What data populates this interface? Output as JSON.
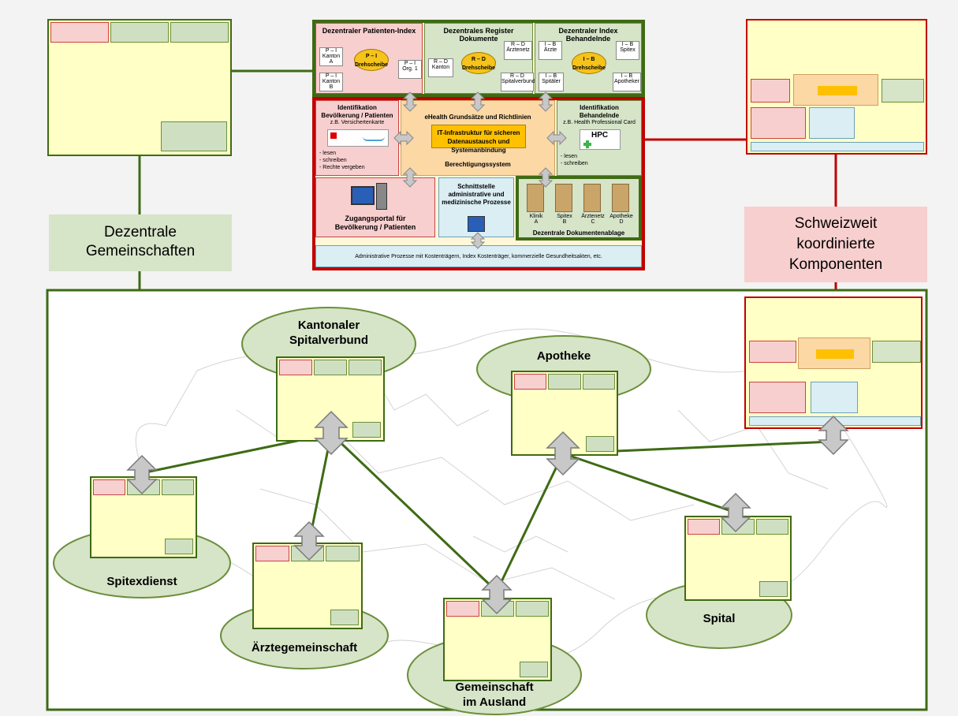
{
  "top_center": {
    "pi": {
      "title": "Dezentraler Patienten-Index",
      "hub": "P – I\nDrehscheibe",
      "n1": "P – I\nKanton A",
      "n2": "P – I\nKanton B",
      "n3": "P – I\nOrg. 1"
    },
    "rd": {
      "title": "Dezentrales Register Dokumente",
      "hub": "R – D\nDrehscheibe",
      "n1": "R – D\nKanton",
      "n2": "R – D\nÄrztenetz",
      "n3": "R – D\nSpitalverbund"
    },
    "ib": {
      "title": "Dezentraler Index Behandelnde",
      "hub": "I – B\nDrehscheibe",
      "n1": "I – B\nÄrzte",
      "n2": "I – B\nSpitäler",
      "n3": "I – B\nSpitex",
      "n4": "I – B\nApotheker"
    },
    "id_pat": {
      "title": "Identifikation\nBevölkerung / Patienten",
      "sub": "z.B. Versichertenkarte",
      "list": "- lesen\n- schreiben\n- Rechte vergeben"
    },
    "ehealth": {
      "title": "eHealth Grundsätze und Richtlinien",
      "box": "IT-Infrastruktur für sicheren\nDatenaustausch und Systemanbindung",
      "footer": "Berechtigungssystem"
    },
    "id_beh": {
      "title": "Identifikation\nBehandelnde",
      "sub": "z.B. Health Professional Card",
      "hpc": "HPC",
      "list": "- lesen\n- schreiben"
    },
    "portal": {
      "title": "Zugangsportal für\nBevölkerung / Patienten"
    },
    "schnitt": {
      "title": "Schnittstelle\nadministrative und\nmedizinische Prozesse"
    },
    "ablage": {
      "title": "Dezentrale Dokumentenablage",
      "folders": [
        "Klinik\nA",
        "Spitex\nB",
        "Ärztenetz\nC",
        "Apotheke\nD"
      ]
    },
    "admin": "Administrative Prozesse mit Kostenträgern, Index Kostenträger, kommerzielle Gesundheitsakten, etc."
  },
  "labels": {
    "dezentrale": "Dezentrale\nGemeinschaften",
    "schweizweit": "Schweizweit\nkoordinierte\nKomponenten"
  },
  "communities": {
    "kantonaler": "Kantonaler\nSpitalverbund",
    "apotheke": "Apotheke",
    "spitexdienst": "Spitexdienst",
    "aerzte": "Ärztegemeinschaft",
    "ausland": "Gemeinschaft\nim Ausland",
    "spital": "Spital"
  },
  "colors": {
    "dark_green": "#3e6b14",
    "red": "#c00000",
    "light_green": "#d6e4c8",
    "pink": "#f8cfcf",
    "yellow": "#ffffc6"
  }
}
